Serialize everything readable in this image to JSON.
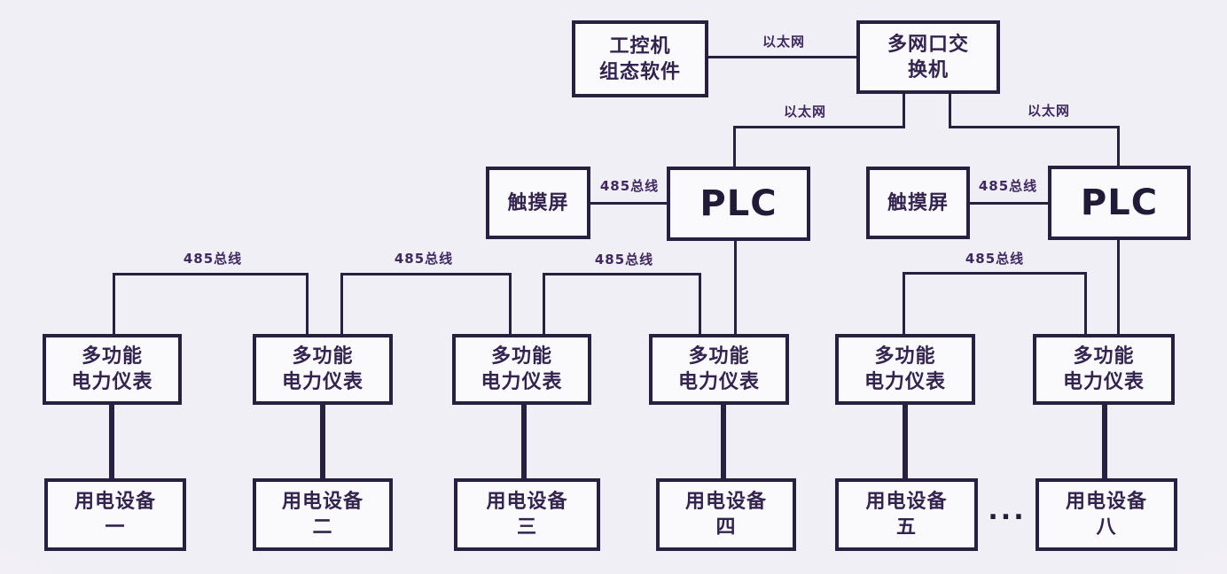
{
  "colors": {
    "background": "#f1eff6",
    "ink": "#282040",
    "node_fill": "#faf9fc",
    "node_text": "#33244f",
    "edge_label_text": "#3f2960"
  },
  "labels": {
    "ethernet": "以太网",
    "bus485": "485总线",
    "ellipsis": "..."
  },
  "nodes": {
    "ipc": {
      "line1": "工控机",
      "line2": "组态软件"
    },
    "switch": {
      "line1": "多网口交",
      "line2": "换机"
    },
    "hmi_left": {
      "label": "触摸屏"
    },
    "hmi_right": {
      "label": "触摸屏"
    },
    "plc_left": {
      "label": "PLC"
    },
    "plc_right": {
      "label": "PLC"
    }
  },
  "meters": [
    {
      "line1": "多功能",
      "line2": "电力仪表"
    },
    {
      "line1": "多功能",
      "line2": "电力仪表"
    },
    {
      "line1": "多功能",
      "line2": "电力仪表"
    },
    {
      "line1": "多功能",
      "line2": "电力仪表"
    },
    {
      "line1": "多功能",
      "line2": "电力仪表"
    },
    {
      "line1": "多功能",
      "line2": "电力仪表"
    }
  ],
  "devices": [
    {
      "line1": "用电设备",
      "line2": "一"
    },
    {
      "line1": "用电设备",
      "line2": "二"
    },
    {
      "line1": "用电设备",
      "line2": "三"
    },
    {
      "line1": "用电设备",
      "line2": "四"
    },
    {
      "line1": "用电设备",
      "line2": "五"
    },
    {
      "line1": "用电设备",
      "line2": "八"
    }
  ]
}
